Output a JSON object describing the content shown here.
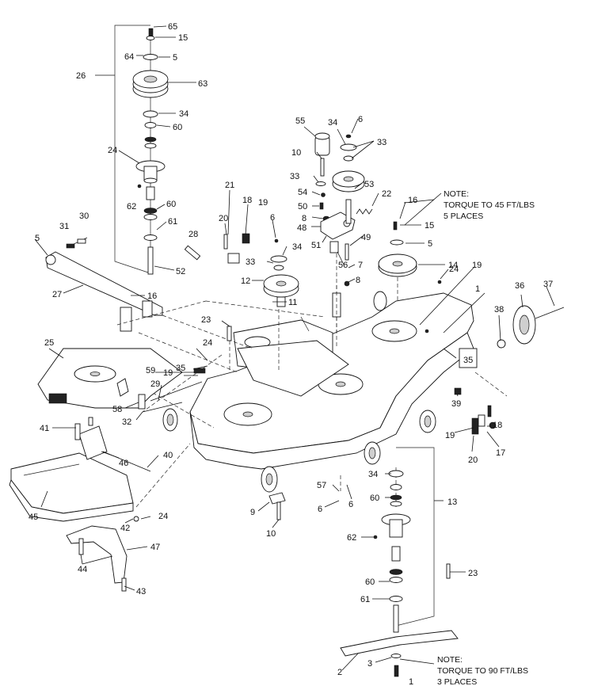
{
  "diagram": {
    "callouts": [
      "65",
      "15",
      "64",
      "5",
      "26",
      "63",
      "34",
      "60",
      "24",
      "62",
      "60",
      "61",
      "52",
      "28",
      "31",
      "30",
      "5",
      "27",
      "16",
      "21",
      "18",
      "19",
      "20",
      "6",
      "34",
      "33",
      "12",
      "11",
      "55",
      "34",
      "6",
      "33",
      "10",
      "33",
      "54",
      "50",
      "8",
      "48",
      "51",
      "56",
      "53",
      "22",
      "49",
      "7",
      "8",
      "16",
      "15",
      "5",
      "14",
      "24",
      "19",
      "1",
      "36",
      "37",
      "38",
      "23",
      "24",
      "25",
      "59",
      "19",
      "35",
      "29",
      "58",
      "32",
      "41",
      "46",
      "40",
      "45",
      "42",
      "24",
      "47",
      "44",
      "43",
      "39",
      "19",
      "18",
      "20",
      "17",
      "35",
      "34",
      "60",
      "13",
      "57",
      "6",
      "6",
      "9",
      "10",
      "62",
      "23",
      "60",
      "61",
      "2",
      "3",
      "1"
    ],
    "notes": [
      {
        "lines": [
          "NOTE:",
          "TORQUE TO 45 FT/LBS",
          "5 PLACES"
        ]
      },
      {
        "lines": [
          "NOTE:",
          "TORQUE TO 90 FT/LBS",
          "3 PLACES"
        ]
      }
    ]
  }
}
